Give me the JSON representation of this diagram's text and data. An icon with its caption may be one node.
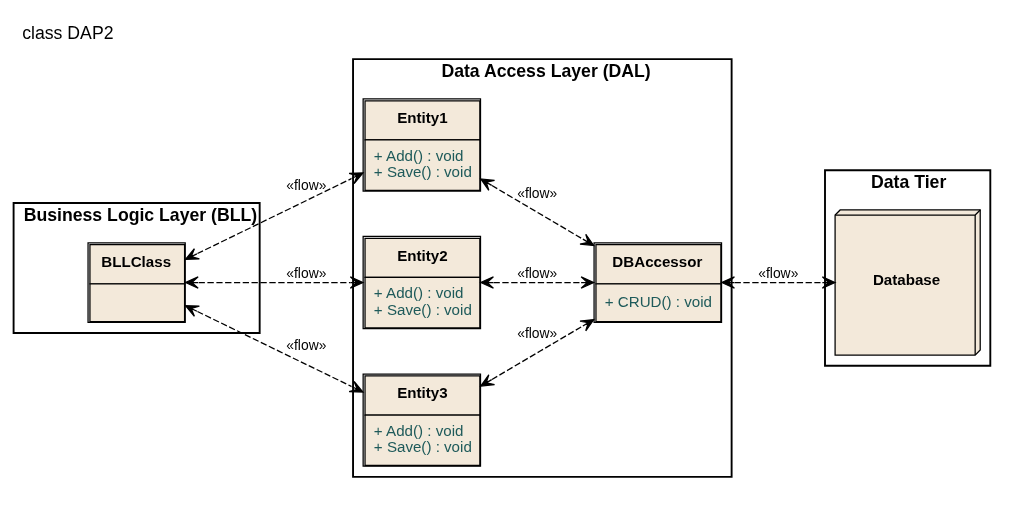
{
  "diagram": {
    "title": "class DAP2",
    "nodes": [
      {
        "text": [
          "Business Logic Layer (BLL)"
        ]
      },
      {
        "text": [
          "Data Access Layer (DAL)"
        ]
      },
      {
        "text": [
          "Data Tier"
        ]
      },
      {
        "text": [
          "BLLClass"
        ],
        "in": 0
      },
      {
        "text": [
          "Entity1",
          "+ Add() : void",
          "+ Save() : void"
        ],
        "in": 1
      },
      {
        "text": [
          "Entity2",
          "+ Add() : void",
          "+ Save() : void"
        ],
        "in": 1
      },
      {
        "text": [
          "Entity3",
          "+ Add() : void",
          "+ Save() : void"
        ],
        "in": 1
      },
      {
        "text": [
          "DBAccessor",
          "+ CRUD() : void"
        ],
        "in": 1
      },
      {
        "text": [
          "Database"
        ],
        "in": 2
      }
    ],
    "edges": [
      {
        "from": 3,
        "to": 4,
        "arrow": "both",
        "label": "«flow»",
        "style": "dashed"
      },
      {
        "from": 3,
        "to": 5,
        "arrow": "both",
        "label": "«flow»",
        "style": "dashed"
      },
      {
        "from": 3,
        "to": 6,
        "arrow": "both",
        "label": "«flow»",
        "style": "dashed"
      },
      {
        "from": 4,
        "to": 7,
        "arrow": "both",
        "label": "«flow»",
        "style": "dashed"
      },
      {
        "from": 5,
        "to": 7,
        "arrow": "both",
        "label": "«flow»",
        "style": "dashed"
      },
      {
        "from": 6,
        "to": 7,
        "arrow": "both",
        "label": "«flow»",
        "style": "dashed"
      },
      {
        "from": 7,
        "to": 8,
        "arrow": "both",
        "label": "«flow»",
        "style": "dashed"
      }
    ]
  }
}
